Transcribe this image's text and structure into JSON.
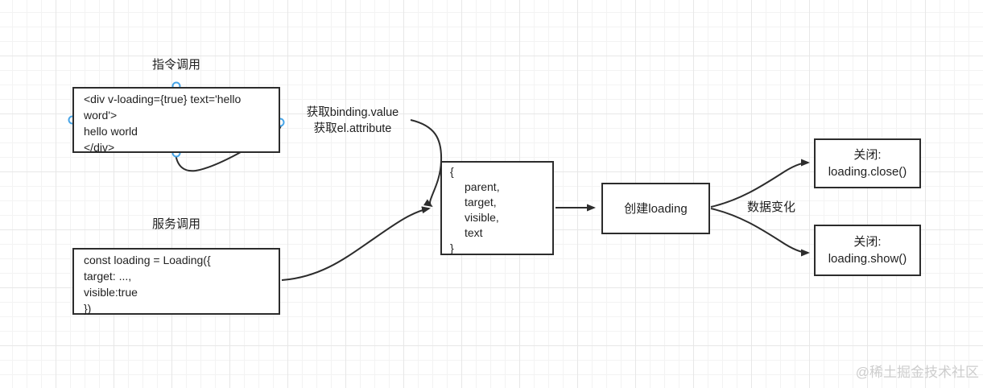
{
  "canvas": {
    "stroke_color": "#2c2c2c",
    "grid_minor_color": "#f3f3f3",
    "grid_major_color": "#e7e7e7",
    "handle_color": "#47a5e8",
    "watermark_color": "#cdcdcd"
  },
  "nodes": {
    "directive_title": "指令调用",
    "directive_code": {
      "lines": [
        "<div v-loading={true} text='hello",
        "word'>",
        "hello world",
        "</div>"
      ]
    },
    "service_title": "服务调用",
    "service_code": {
      "lines": [
        "const loading = Loading({",
        "target: ...,",
        "visible:true",
        "})"
      ]
    },
    "binding_note": {
      "lines": [
        "获取binding.value",
        "获取el.attribute"
      ]
    },
    "options": {
      "lines": [
        "{",
        "parent,",
        "target,",
        "visible,",
        "text",
        "}"
      ]
    },
    "create_loading": "创建loading",
    "data_change": "数据变化",
    "close_node": {
      "lines": [
        "关闭:",
        "loading.close()"
      ]
    },
    "show_node": {
      "lines": [
        "关闭:",
        "loading.show()"
      ]
    }
  },
  "watermark": "@稀土掘金技术社区"
}
